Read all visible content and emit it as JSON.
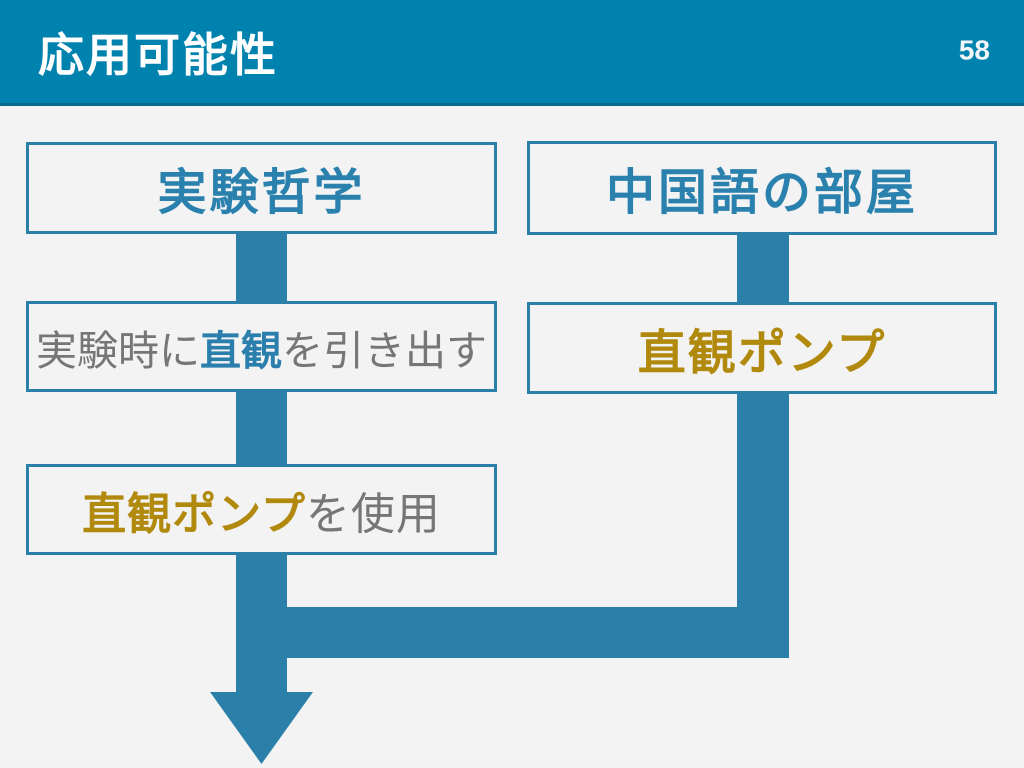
{
  "header": {
    "title": "応用可能性",
    "page_number": "58"
  },
  "diagram": {
    "left": {
      "box1": "実験哲学",
      "box2": {
        "prefix": "実験時に",
        "highlight": "直観",
        "suffix": "を引き出す"
      },
      "box3": {
        "highlight": "直観ポンプ",
        "suffix": "を使用"
      }
    },
    "right": {
      "box1": "中国語の部屋",
      "box2": "直観ポンプ"
    }
  },
  "colors": {
    "header_bg": "#0082af",
    "header_border": "#0a6990",
    "arrow": "#2a80a9",
    "box_border": "#2a80a9",
    "teal_text": "#2a81ad",
    "gold_text": "#b18a0d",
    "gray_text": "#767676",
    "background": "#f3f3f4",
    "title_text": "#ffffff"
  }
}
